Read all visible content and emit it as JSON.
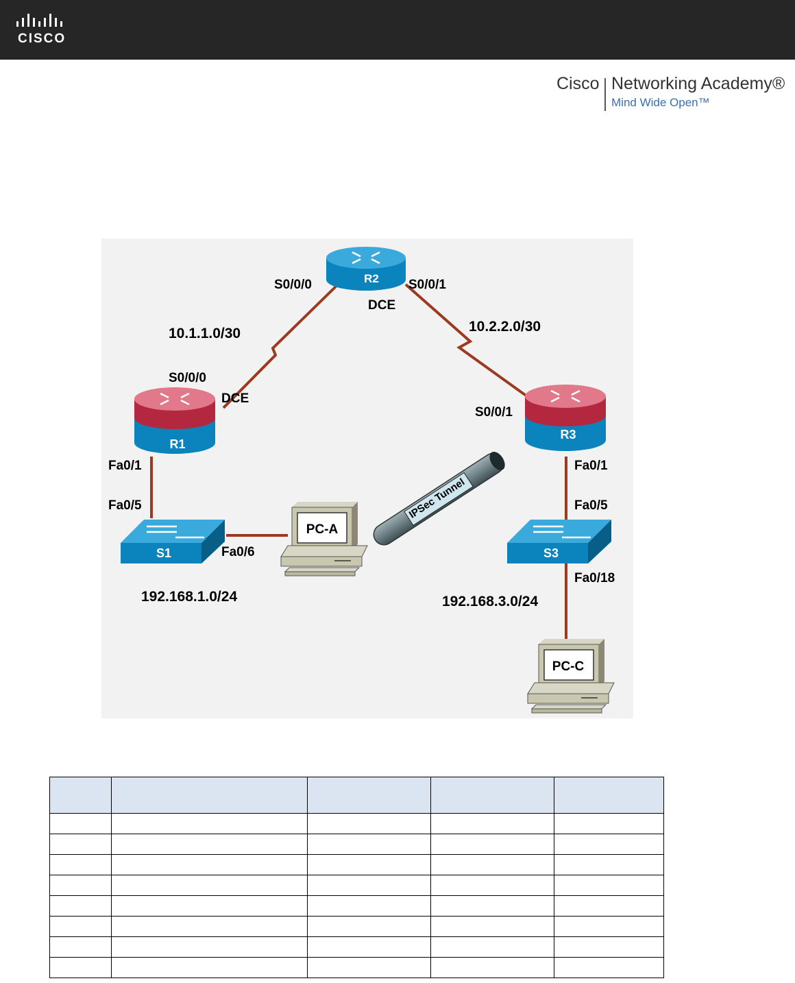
{
  "header": {
    "brand_word": "CISCO",
    "academy_brand": "Cisco",
    "academy_title": "Networking Academy®",
    "academy_tagline": "Mind Wide Open™",
    "bar_color": "#262626"
  },
  "topology": {
    "devices": {
      "r1": "R1",
      "r2": "R2",
      "r3": "R3",
      "s1": "S1",
      "s3": "S3",
      "pc_a": "PC-A",
      "pc_c": "PC-C"
    },
    "interfaces": {
      "r2_s000": "S0/0/0",
      "r2_s001": "S0/0/1",
      "r2_dce": "DCE",
      "r1_s000": "S0/0/0",
      "r1_dce": "DCE",
      "r1_fa01": "Fa0/1",
      "s1_fa05": "Fa0/5",
      "s1_fa06": "Fa0/6",
      "r3_s001": "S0/0/1",
      "r3_fa01": "Fa0/1",
      "s3_fa05": "Fa0/5",
      "s3_fa018": "Fa0/18"
    },
    "networks": {
      "net_r1_r2": "10.1.1.0/30",
      "net_r2_r3": "10.2.2.0/30",
      "net_lan1": "192.168.1.0/24",
      "net_lan3": "192.168.3.0/24"
    },
    "tunnel_label": "IPSec Tunnel",
    "link_color": "#9b3a1f"
  },
  "table": {
    "header_cells": [
      "",
      "",
      "",
      "",
      ""
    ],
    "rows": [
      [
        "",
        "",
        "",
        "",
        ""
      ],
      [
        "",
        "",
        "",
        "",
        ""
      ],
      [
        "",
        "",
        "",
        "",
        ""
      ],
      [
        "",
        "",
        "",
        "",
        ""
      ],
      [
        "",
        "",
        "",
        "",
        ""
      ],
      [
        "",
        "",
        "",
        "",
        ""
      ],
      [
        "",
        "",
        "",
        "",
        ""
      ],
      [
        "",
        "",
        "",
        "",
        ""
      ]
    ]
  }
}
